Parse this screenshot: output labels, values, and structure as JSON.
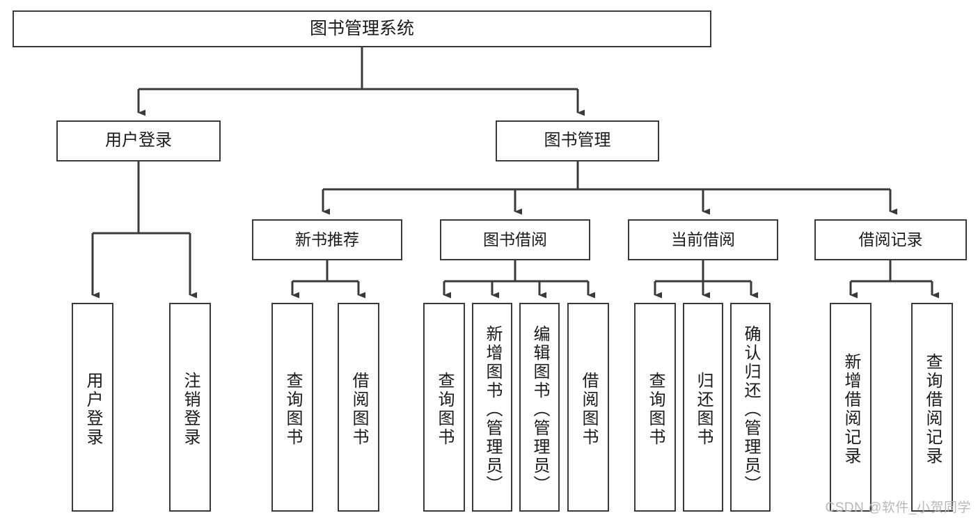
{
  "diagram": {
    "title": "图书管理系统",
    "type": "tree-hierarchy-chart",
    "watermark": "CSDN @软件_小贺同学",
    "line_color": "#3a3a3a",
    "box_fill": "#ffffff",
    "text_color": "#1a1a1a"
  },
  "root": {
    "label": "图书管理系统"
  },
  "level2": [
    {
      "label": "用户登录"
    },
    {
      "label": "图书管理"
    }
  ],
  "level3": [
    {
      "label": "新书推荐"
    },
    {
      "label": "图书借阅"
    },
    {
      "label": "当前借阅"
    },
    {
      "label": "借阅记录"
    }
  ],
  "leaves": {
    "user_login": [
      {
        "label": "用户登录"
      },
      {
        "label": "注销登录"
      }
    ],
    "new_book": [
      {
        "label": "查询图书"
      },
      {
        "label": "借阅图书"
      }
    ],
    "book_borrow": [
      {
        "label": "查询图书"
      },
      {
        "label": "新增图书（管理员）"
      },
      {
        "label": "编辑图书（管理员）"
      },
      {
        "label": "借阅图书"
      }
    ],
    "current_borrow": [
      {
        "label": "查询图书"
      },
      {
        "label": "归还图书"
      },
      {
        "label": "确认归还（管理员）"
      }
    ],
    "borrow_record": [
      {
        "label": "新增借阅记录"
      },
      {
        "label": "查询借阅记录"
      }
    ]
  }
}
